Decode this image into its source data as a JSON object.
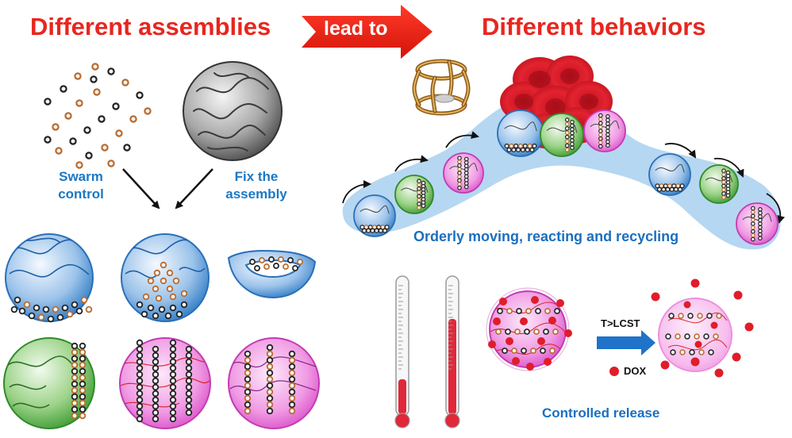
{
  "titles": {
    "left": "Different assemblies",
    "arrow": "lead to",
    "right": "Different behaviors"
  },
  "labels": {
    "swarm_line1": "Swarm",
    "swarm_line2": "control",
    "fix_line1": "Fix the",
    "fix_line2": "assembly",
    "orderly": "Orderly moving, reacting and recycling",
    "temp_trigger": "T>LCST",
    "dox": "DOX",
    "controlled": "Controlled release"
  },
  "colors": {
    "title_red": "#e8261f",
    "label_blue": "#1b78c4",
    "blue_sphere": "#7fb0e0",
    "green_sphere": "#7dc26a",
    "pink_sphere": "#e86ad6",
    "particle_black": "#222222",
    "particle_orange": "#b86b2e",
    "dox_red": "#e01d2a",
    "track_blue": "#a9d0ee"
  },
  "icons": {
    "arrow": "red-block-arrow-icon",
    "cage": "gold-cage-icon",
    "cells": "red-blood-cells-icon",
    "thermometer": "thermometer-icon"
  }
}
